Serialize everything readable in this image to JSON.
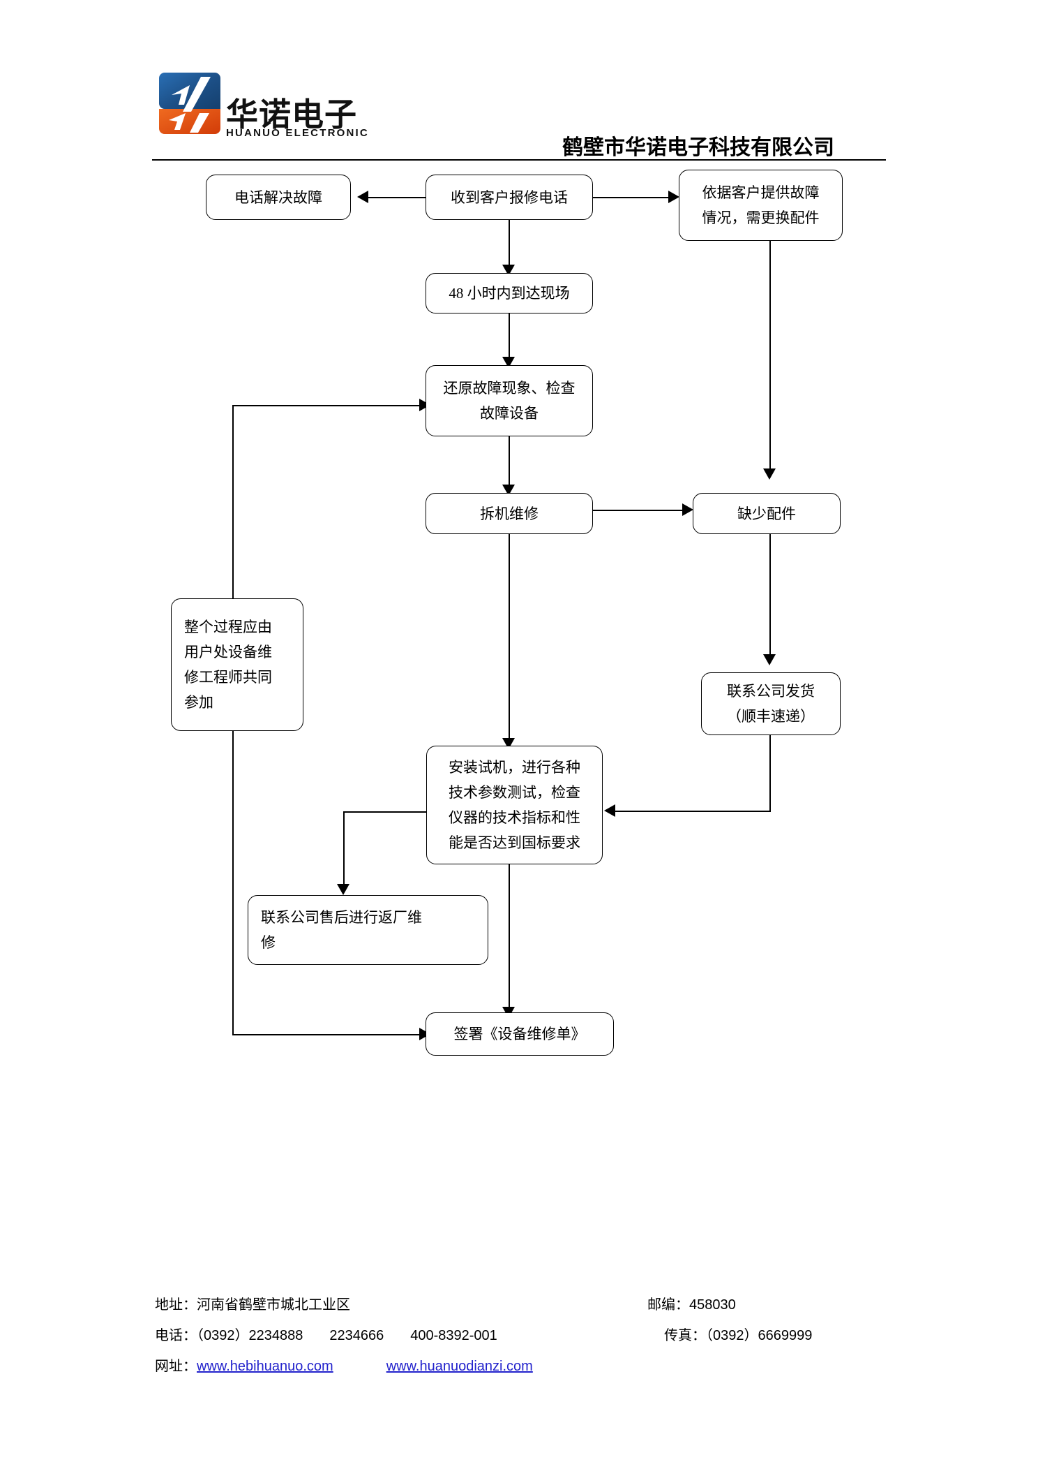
{
  "header": {
    "logo_cn": "华诺电子",
    "logo_en": "HUANUO ELECTRONIC",
    "logo_icon": "huanuo-arrow-logo",
    "company_title": "鹤壁市华诺电子科技有限公司"
  },
  "flowchart": {
    "nodes": {
      "phone_fix": "电话解决故障",
      "receive_call": "收到客户报修电话",
      "need_parts": "依据客户提供故障\n情况，需更换配件",
      "arrive_48h": "48 小时内到达现场",
      "restore_check": "还原故障现象、检查\n故障设备",
      "disassemble_repair": "拆机维修",
      "lack_parts": "缺少配件",
      "whole_process_note": "整个过程应由\n用户处设备维\n修工程师共同\n参加",
      "ship_goods": "联系公司发货\n（顺丰速递）",
      "install_test": "安装试机，进行各种\n技术参数测试，检查\n仪器的技术指标和性\n能是否达到国标要求",
      "return_factory": "联系公司售后进行返厂维\n修",
      "sign_order": "签署《设备维修单》"
    }
  },
  "footer": {
    "address_label": "地址：",
    "address_value": "河南省鹤壁市城北工业区",
    "zip_label": "邮编：",
    "zip_value": "458030",
    "phone_label": "电话：",
    "phone_value": "（0392）2234888",
    "phone_value2": "2234666",
    "phone_value3": "400-8392-001",
    "fax_label": "传真：",
    "fax_value": "（0392）6669999",
    "web_label": "网址：",
    "web1": "www.hebihuanuo.com",
    "web2": "www.huanuodianzi.com"
  },
  "colors": {
    "logo_blue": "#1f5fa0",
    "logo_orange": "#e04a13",
    "link": "#2222cc",
    "line": "#000000"
  }
}
